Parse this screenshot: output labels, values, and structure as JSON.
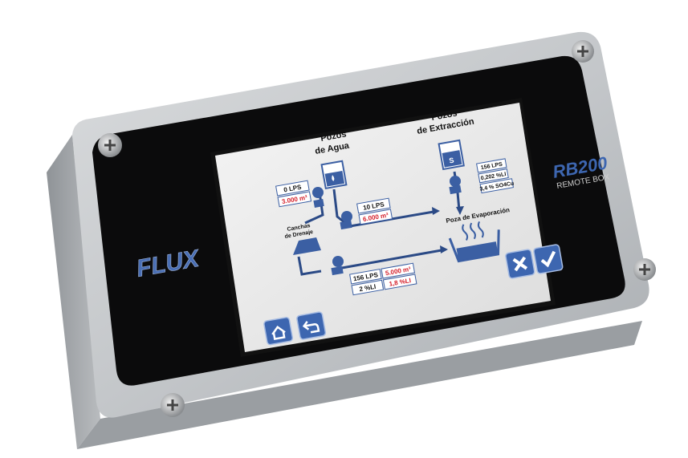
{
  "brand": {
    "logo_text": "FLUX"
  },
  "model": {
    "name": "RB200",
    "subtitle": "REMOTE BOX"
  },
  "colors": {
    "accent": "#3b5fa3",
    "button": "#3d66b0",
    "housing": "#c9ccce",
    "panel": "#0b0b0c",
    "alert": "#d4202b"
  },
  "screen": {
    "pozos_agua": {
      "line1": "Pozos",
      "line2": "de Agua"
    },
    "pozos_extraccion": {
      "line1": "Pozos",
      "line2": "de Extracción"
    },
    "pozo_agua_readout": {
      "flow": "0 LPS",
      "volume": "3.000 m³"
    },
    "bomba_readout": {
      "flow": "10 LPS",
      "volume": "6.000 m³"
    },
    "canchas": {
      "line1": "Canchas",
      "line2": "de Drenaje"
    },
    "drenaje_readout": {
      "flow": "156 LPS",
      "volume": "5.000 m³",
      "pct1": "2 %LI",
      "pct2": "1,8 %LI"
    },
    "extraccion_readout": {
      "flow": "156 LPS",
      "pct": "0,202 %LI",
      "conc": "3,4 % SO4Cu"
    },
    "poza": {
      "label": "Poza de Evaporación"
    },
    "pump_s_label": "S"
  },
  "buttons": {
    "home": "home-icon",
    "back": "back-arrow-icon",
    "cancel": "close-icon",
    "confirm": "check-icon"
  }
}
